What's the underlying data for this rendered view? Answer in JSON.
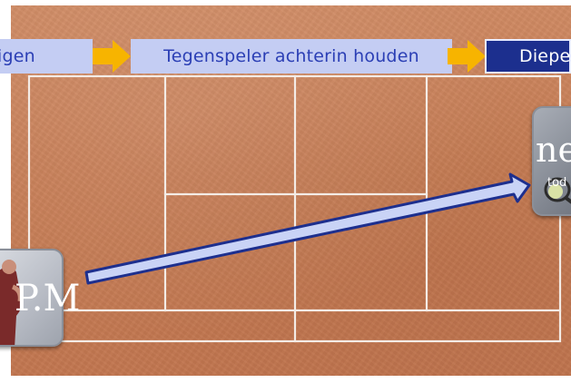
{
  "steps": [
    {
      "label": "igen",
      "state": "inactive"
    },
    {
      "label": "Tegenspeler achterin houden",
      "state": "inactive"
    },
    {
      "label": "Diepe",
      "state": "active"
    }
  ],
  "players": {
    "left": {
      "brand_text": "P.M"
    },
    "right": {
      "brand_text": "ner",
      "sub_text": "tod"
    }
  },
  "colors": {
    "clay": "#c77d55",
    "court_lines": "#f4ece6",
    "step_inactive_bg": "#c4cdf3",
    "step_inactive_text": "#2b3fb5",
    "step_active_bg": "#1c2f8e",
    "chevron": "#f7b400",
    "arrow_fill": "#c9d3f6",
    "arrow_stroke": "#1d2f8e"
  },
  "icons": {
    "step_connector": "chevron-right-icon",
    "shot_direction": "arrow-right-icon"
  }
}
